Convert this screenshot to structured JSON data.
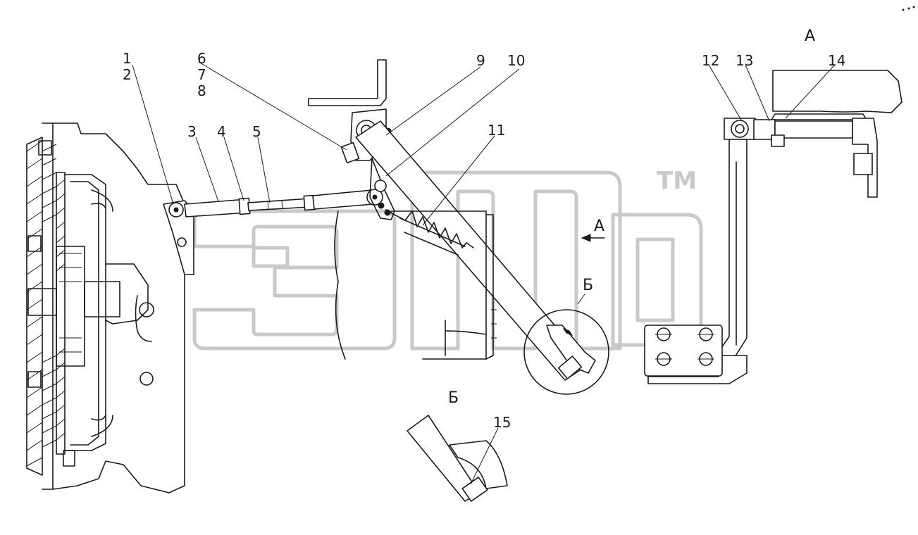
{
  "part_numbers": [
    "1",
    "2",
    "3",
    "4",
    "5",
    "6",
    "7",
    "8",
    "9",
    "10",
    "11",
    "12",
    "13",
    "14",
    "15"
  ],
  "view_labels": {
    "view_a_title": "А",
    "view_a_arrow": "А",
    "detail_b_marker": "Б",
    "detail_b_title": "Б"
  },
  "watermark": {
    "trademark": "TM",
    "color": "#c9c9c9"
  },
  "line_color": "#1a1a1a"
}
